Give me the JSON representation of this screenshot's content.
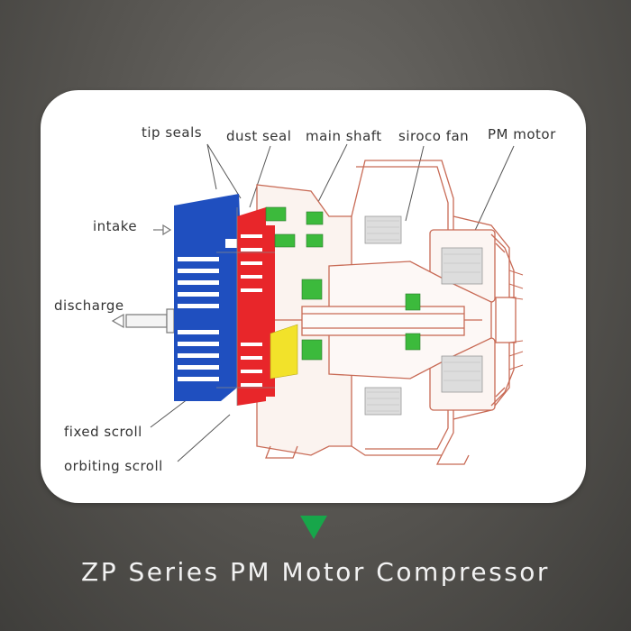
{
  "labels": {
    "tip_seals": "tip seals",
    "dust_seal": "dust seal",
    "main_shaft": "main shaft",
    "siroco_fan": "siroco fan",
    "pm_motor": "PM motor",
    "intake": "intake",
    "discharge": "discharge",
    "fixed_scroll": "fixed scroll",
    "orbiting_scroll": "orbiting scroll"
  },
  "title": "ZP Series PM Motor Compressor",
  "colors": {
    "fixed_scroll": "#1f4fbf",
    "orbiting_scroll": "#e8262a",
    "bearings": "#3cba3c",
    "counterweight": "#f2e22a",
    "outline": "#c86a55",
    "indicator": "#17a64a"
  }
}
